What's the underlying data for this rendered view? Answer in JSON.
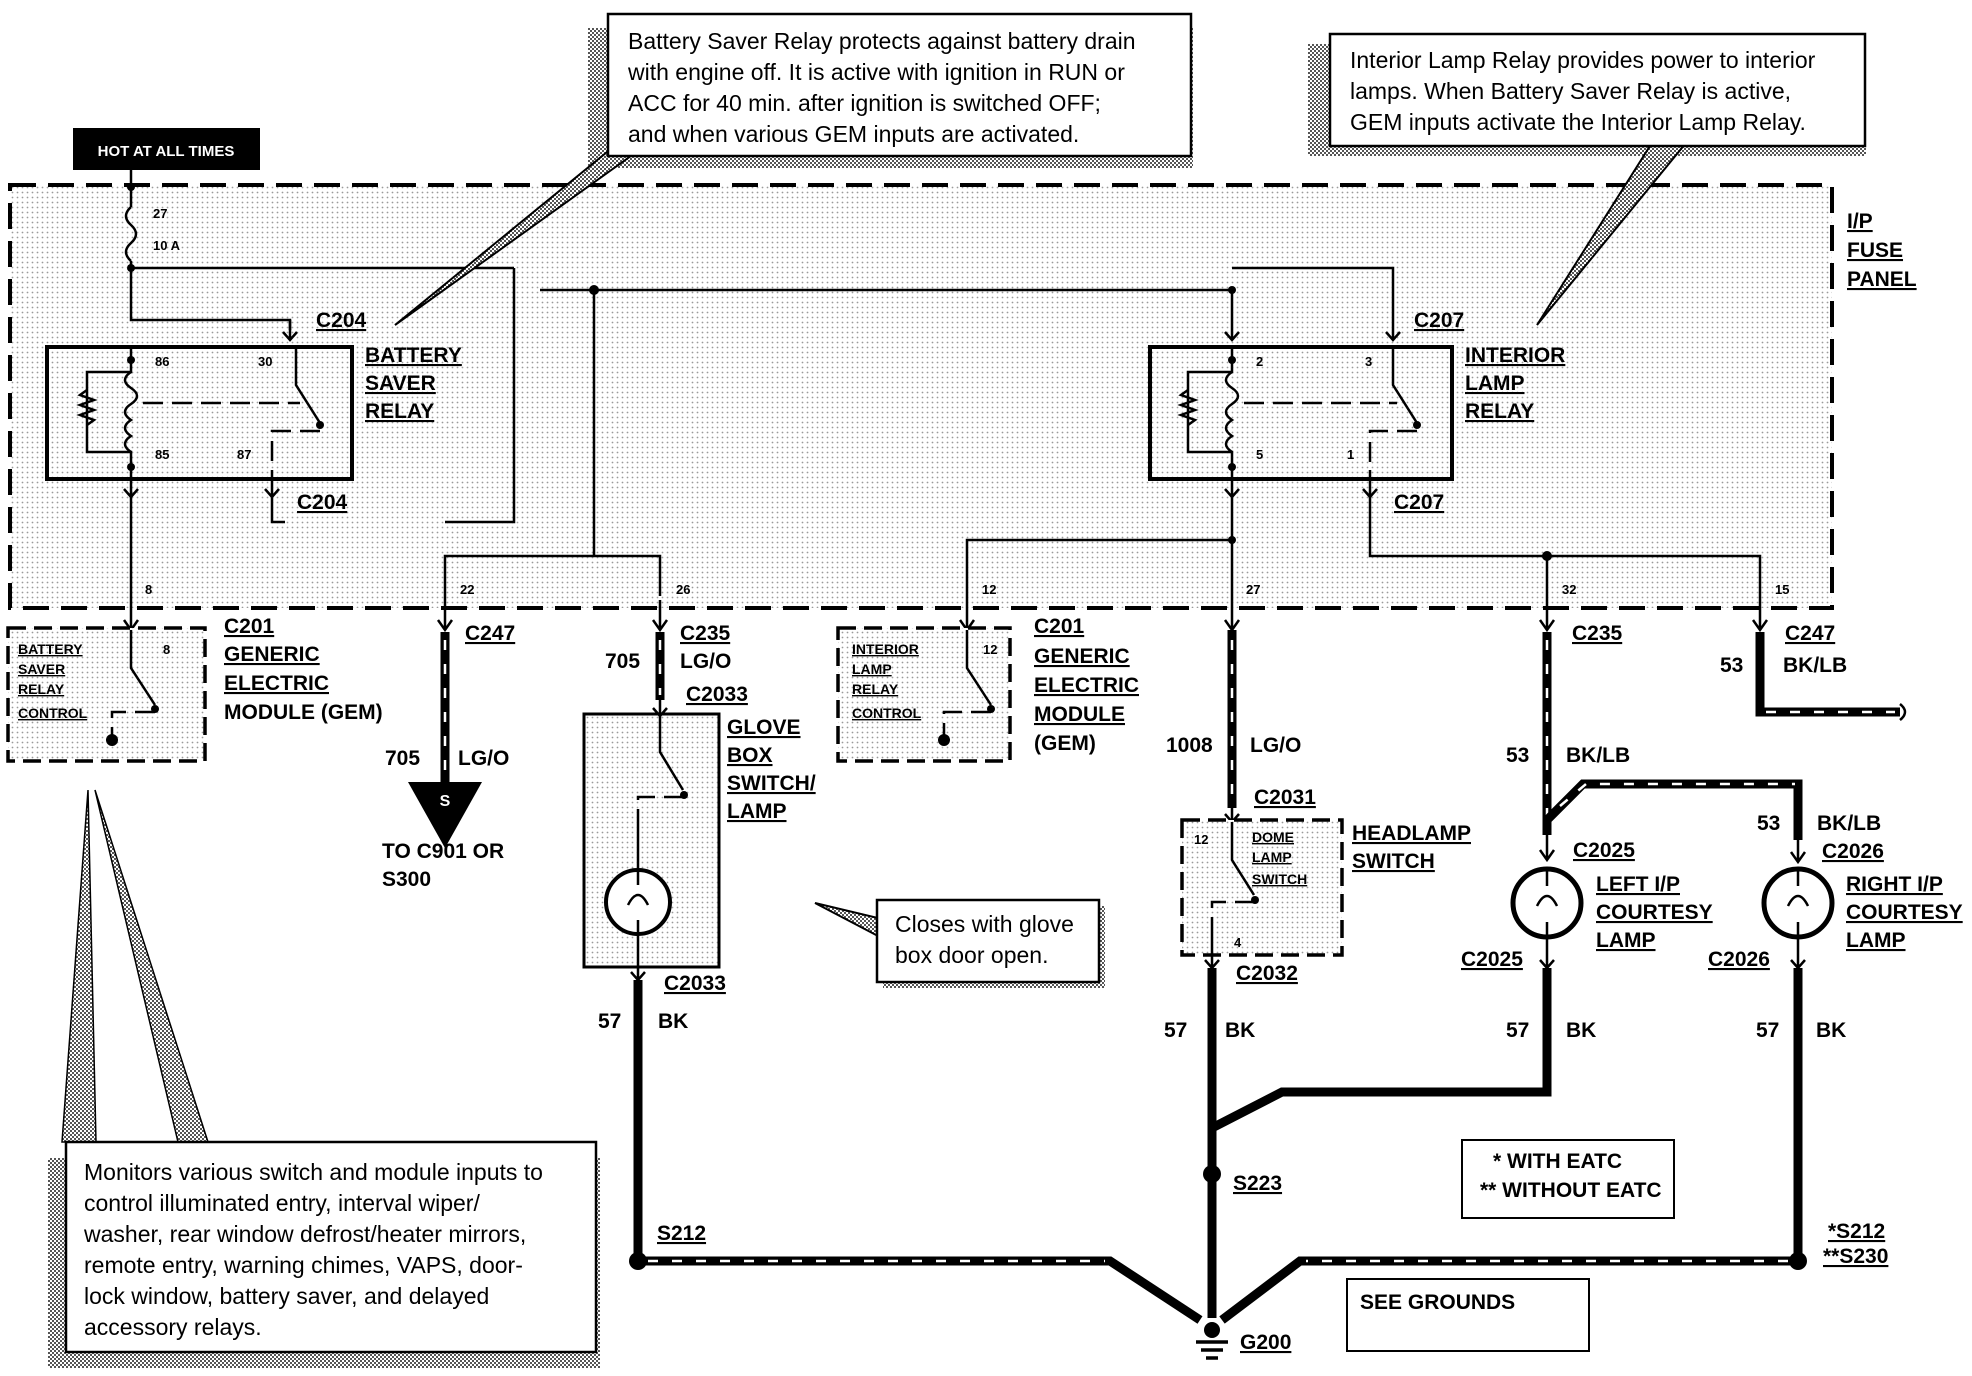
{
  "hot_label": "HOT AT ALL TIMES",
  "fuse": {
    "number": "27",
    "rating": "10 A"
  },
  "fuse_panel": {
    "line1": "I/P",
    "line2": "FUSE",
    "line3": "PANEL"
  },
  "notes": {
    "battery_saver": [
      "Battery Saver Relay protects against battery drain",
      "with engine off.  It is active with ignition in RUN or",
      "ACC for 40 min. after ignition is switched OFF;",
      "and when various GEM inputs are activated."
    ],
    "interior_lamp": [
      "Interior Lamp Relay provides power to interior",
      "lamps.  When Battery Saver Relay is active,",
      "GEM inputs activate the Interior Lamp Relay."
    ],
    "glove_box": [
      "Closes with glove",
      "box door open."
    ],
    "gem": [
      "Monitors various switch and module inputs to",
      "control illuminated entry, interval wiper/",
      "washer, rear window defrost/heater mirrors,",
      "remote entry, warning chimes, VAPS, door-",
      "lock window, battery saver, and delayed",
      "accessory relays."
    ]
  },
  "battery_saver_relay": {
    "name": [
      "BATTERY",
      "SAVER",
      "RELAY"
    ],
    "pins": [
      "86",
      "30",
      "85",
      "87"
    ],
    "connector_top": "C204",
    "connector_bottom": "C204"
  },
  "interior_lamp_relay": {
    "name": [
      "INTERIOR",
      "LAMP",
      "RELAY"
    ],
    "pins": [
      "2",
      "3",
      "5",
      "1"
    ],
    "connector_top": "C207",
    "connector_bottom": "C207"
  },
  "panel_pins": [
    "8",
    "22",
    "26",
    "12",
    "27",
    "32",
    "15"
  ],
  "gem_left": {
    "connector": "C201",
    "name": [
      "GENERIC",
      "ELECTRIC",
      "MODULE (GEM)"
    ],
    "inner": [
      "BATTERY",
      "SAVER",
      "RELAY",
      "CONTROL"
    ],
    "pin": "8"
  },
  "gem_right": {
    "connector": "C201",
    "name": [
      "GENERIC",
      "ELECTRIC",
      "MODULE",
      "(GEM)"
    ],
    "inner": [
      "INTERIOR",
      "LAMP",
      "RELAY",
      "CONTROL"
    ],
    "pin": "12"
  },
  "c247_left": {
    "connector": "C247",
    "circuit": "705",
    "color": "LG/O",
    "splice": "S",
    "dest": [
      "TO C901 OR",
      "S300"
    ]
  },
  "glove_box": {
    "connector_top": "C235",
    "circuit": "705",
    "color": "LG/O",
    "conn_a": "C2033",
    "conn_b": "C2033",
    "name": [
      "GLOVE",
      "BOX",
      "SWITCH/",
      "LAMP"
    ],
    "gnd_circuit": "57",
    "gnd_color": "BK"
  },
  "headlamp": {
    "circuit": "1008",
    "color": "LG/O",
    "conn_a": "C2031",
    "conn_b": "C2032",
    "inner": [
      "DOME",
      "LAMP",
      "SWITCH"
    ],
    "name": [
      "HEADLAMP",
      "SWITCH"
    ],
    "pin_a": "12",
    "pin_b": "4",
    "gnd_circuit": "57",
    "gnd_color": "BK"
  },
  "c235_right": {
    "connector": "C235",
    "circuit": "53",
    "color": "BK/LB"
  },
  "c247_right": {
    "connector": "C247",
    "circuit": "53",
    "color": "BK/LB"
  },
  "left_lamp": {
    "conn_a": "C2025",
    "conn_b": "C2025",
    "name": [
      "LEFT I/P",
      "COURTESY",
      "LAMP"
    ],
    "gnd_circuit": "57",
    "gnd_color": "BK"
  },
  "right_lamp": {
    "circuit": "53",
    "color": "BK/LB",
    "conn_a": "C2026",
    "conn_b": "C2026",
    "name": [
      "RIGHT I/P",
      "COURTESY",
      "LAMP"
    ],
    "gnd_circuit": "57",
    "gnd_color": "BK"
  },
  "splices": {
    "s223": "S223",
    "s212": "S212",
    "s212r": "*S212",
    "s230r": "**S230",
    "ground": "G200"
  },
  "legend": {
    "l1": "*  WITH EATC",
    "l2": "**  WITHOUT EATC"
  },
  "see_grounds": "SEE GROUNDS"
}
